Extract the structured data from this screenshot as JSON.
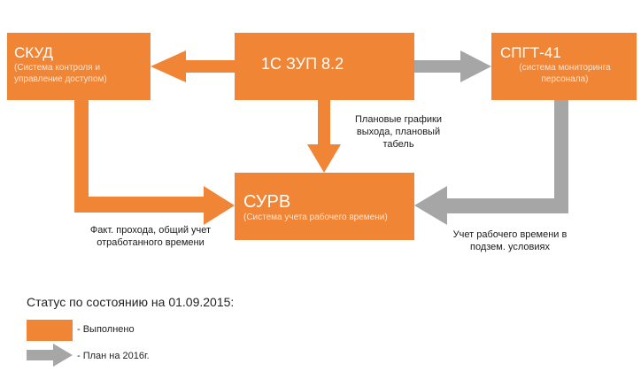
{
  "boxes": {
    "skud": {
      "title": "СКУД",
      "subtitle": "(Система контроля и управление доступом)"
    },
    "zup": {
      "title": "1С ЗУП 8.2"
    },
    "spgt": {
      "title": "СПГТ-41",
      "subtitle": "(система мониторинга персонала)"
    },
    "surv": {
      "title": "СУРВ",
      "subtitle": "(Система учета рабочего времени)"
    }
  },
  "notes": {
    "plan": "Плановые графики выхода, плановый табель",
    "fact": "Факт. прохода, общий учет отработанного времени",
    "work": "Учет рабочего времени в подзем. условиях"
  },
  "legend": {
    "status_title": "Статус по состоянию на 01.09.2015:",
    "done_label": "- Выполнено",
    "plan_label": "- План на 2016г."
  },
  "colors": {
    "done": "#f08535",
    "planned": "#a6a6a6"
  }
}
